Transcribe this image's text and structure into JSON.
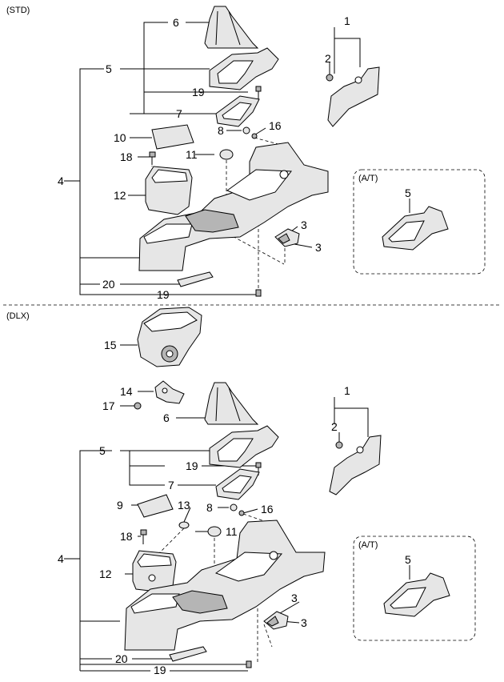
{
  "sections": {
    "std": "(STD)",
    "dlx": "(DLX)",
    "at": "(A/T)"
  },
  "callouts": {
    "n1": "1",
    "n2": "2",
    "n3": "3",
    "n4": "4",
    "n5": "5",
    "n6": "6",
    "n7": "7",
    "n8": "8",
    "n9": "9",
    "n10": "10",
    "n11": "11",
    "n12": "12",
    "n13": "13",
    "n14": "14",
    "n15": "15",
    "n16": "16",
    "n17": "17",
    "n18": "18",
    "n19": "19",
    "n20": "20"
  }
}
